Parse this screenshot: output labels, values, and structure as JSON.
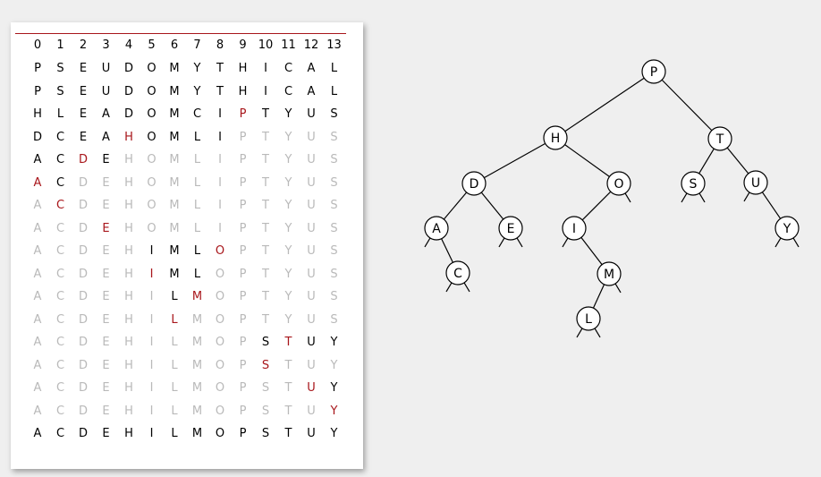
{
  "trace": {
    "indices": [
      "0",
      "1",
      "2",
      "3",
      "4",
      "5",
      "6",
      "7",
      "8",
      "9",
      "10",
      "11",
      "12",
      "13"
    ],
    "rows": [
      {
        "letters": "PSEUDOMYTHICAL",
        "colors": "bbbbbbbbbbbbbb"
      },
      {
        "letters": "PSEUDOMYTHICAL",
        "colors": "bbbbbbbbbbbbbb"
      },
      {
        "letters": "HLEADOMCIPTYUS",
        "colors": "bbbbbbbbbrbbbb"
      },
      {
        "letters": "DCEAHOMLIPTYUS",
        "colors": "bbbbrbbbbggggg"
      },
      {
        "letters": "ACDEHOMLIPTYUS",
        "colors": "bbrbgggggggggg"
      },
      {
        "letters": "ACDEHOMLIPTYUS",
        "colors": "rbgggggggggggg"
      },
      {
        "letters": "ACDEHOMLIPTYUS",
        "colors": "grgggggggggggg"
      },
      {
        "letters": "ACDEHOMLIPTYUS",
        "colors": "gggrgggggggggg"
      },
      {
        "letters": "ACDEHIMLOPTYUS",
        "colors": "gggggbbbrggggg"
      },
      {
        "letters": "ACDEHIMLOPTYUS",
        "colors": "gggggrbbgggggg"
      },
      {
        "letters": "ACDEHILMOPTYUS",
        "colors": "ggggggbrgggggg"
      },
      {
        "letters": "ACDEHILMOPTYUS",
        "colors": "ggggggrggggggg"
      },
      {
        "letters": "ACDEHILMOPSTUY",
        "colors": "ggggggggggbrbb"
      },
      {
        "letters": "ACDEHILMOPSTUY",
        "colors": "ggggggggggrggg"
      },
      {
        "letters": "ACDEHILMOPSTUY",
        "colors": "ggggggggggggrb"
      },
      {
        "letters": "ACDEHILMOPSTUY",
        "colors": "gggggggggggggr"
      },
      {
        "letters": "ACDEHILMOPSTUY",
        "colors": "bbbbbbbbbbbbbb"
      }
    ]
  },
  "colors": {
    "black": "#000000",
    "gray": "#b9b9b9",
    "red": "#a8161b",
    "panel": "#ffffff",
    "background": "#efefef"
  },
  "tree": {
    "nodes": [
      {
        "id": "P",
        "label": "P",
        "children": [
          "H",
          "T"
        ]
      },
      {
        "id": "H",
        "label": "H",
        "children": [
          "D",
          "O"
        ]
      },
      {
        "id": "T",
        "label": "T",
        "children": [
          "S",
          "U"
        ]
      },
      {
        "id": "D",
        "label": "D",
        "children": [
          "A",
          "E"
        ]
      },
      {
        "id": "O",
        "label": "O",
        "children": [
          "I",
          null
        ]
      },
      {
        "id": "S",
        "label": "S",
        "children": [
          null,
          null
        ]
      },
      {
        "id": "U",
        "label": "U",
        "children": [
          null,
          "Y"
        ]
      },
      {
        "id": "A",
        "label": "A",
        "children": [
          null,
          "C"
        ]
      },
      {
        "id": "E",
        "label": "E",
        "children": [
          null,
          null
        ]
      },
      {
        "id": "I",
        "label": "I",
        "children": [
          null,
          "M"
        ]
      },
      {
        "id": "Y",
        "label": "Y",
        "children": [
          null,
          null
        ]
      },
      {
        "id": "C",
        "label": "C",
        "children": [
          null,
          null
        ]
      },
      {
        "id": "M",
        "label": "M",
        "children": [
          "L",
          null
        ]
      },
      {
        "id": "L",
        "label": "L",
        "children": [
          null,
          null
        ]
      }
    ]
  }
}
